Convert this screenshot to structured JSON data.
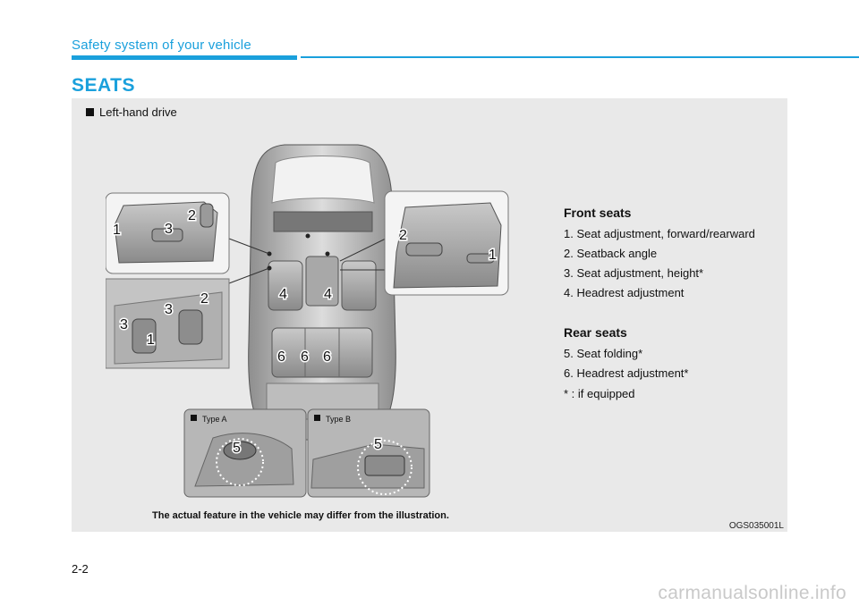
{
  "header": {
    "section_title": "Safety system of your vehicle"
  },
  "page": {
    "heading": "SEATS",
    "number": "2-2"
  },
  "figure": {
    "panel_label": "Left-hand drive",
    "type_a_label": "Type A",
    "type_b_label": "Type B",
    "caption": "The actual feature in the vehicle may differ from the illustration.",
    "code": "OGS035001L",
    "callouts": {
      "n1": "1",
      "n2": "2",
      "n3": "3",
      "n4": "4",
      "n5": "5",
      "n6": "6"
    }
  },
  "legend": {
    "front_heading": "Front seats",
    "front_items": [
      "1. Seat adjustment, forward/rearward",
      "2. Seatback angle",
      "3. Seat adjustment, height*",
      "4. Headrest adjustment"
    ],
    "rear_heading": "Rear seats",
    "rear_items": [
      "5. Seat folding*",
      "6. Headrest adjustment*"
    ],
    "footnote": "* : if equipped"
  },
  "watermark": "carmanualsonline.info",
  "colors": {
    "accent": "#1aa0dc",
    "panel": "#e9e9e9"
  }
}
